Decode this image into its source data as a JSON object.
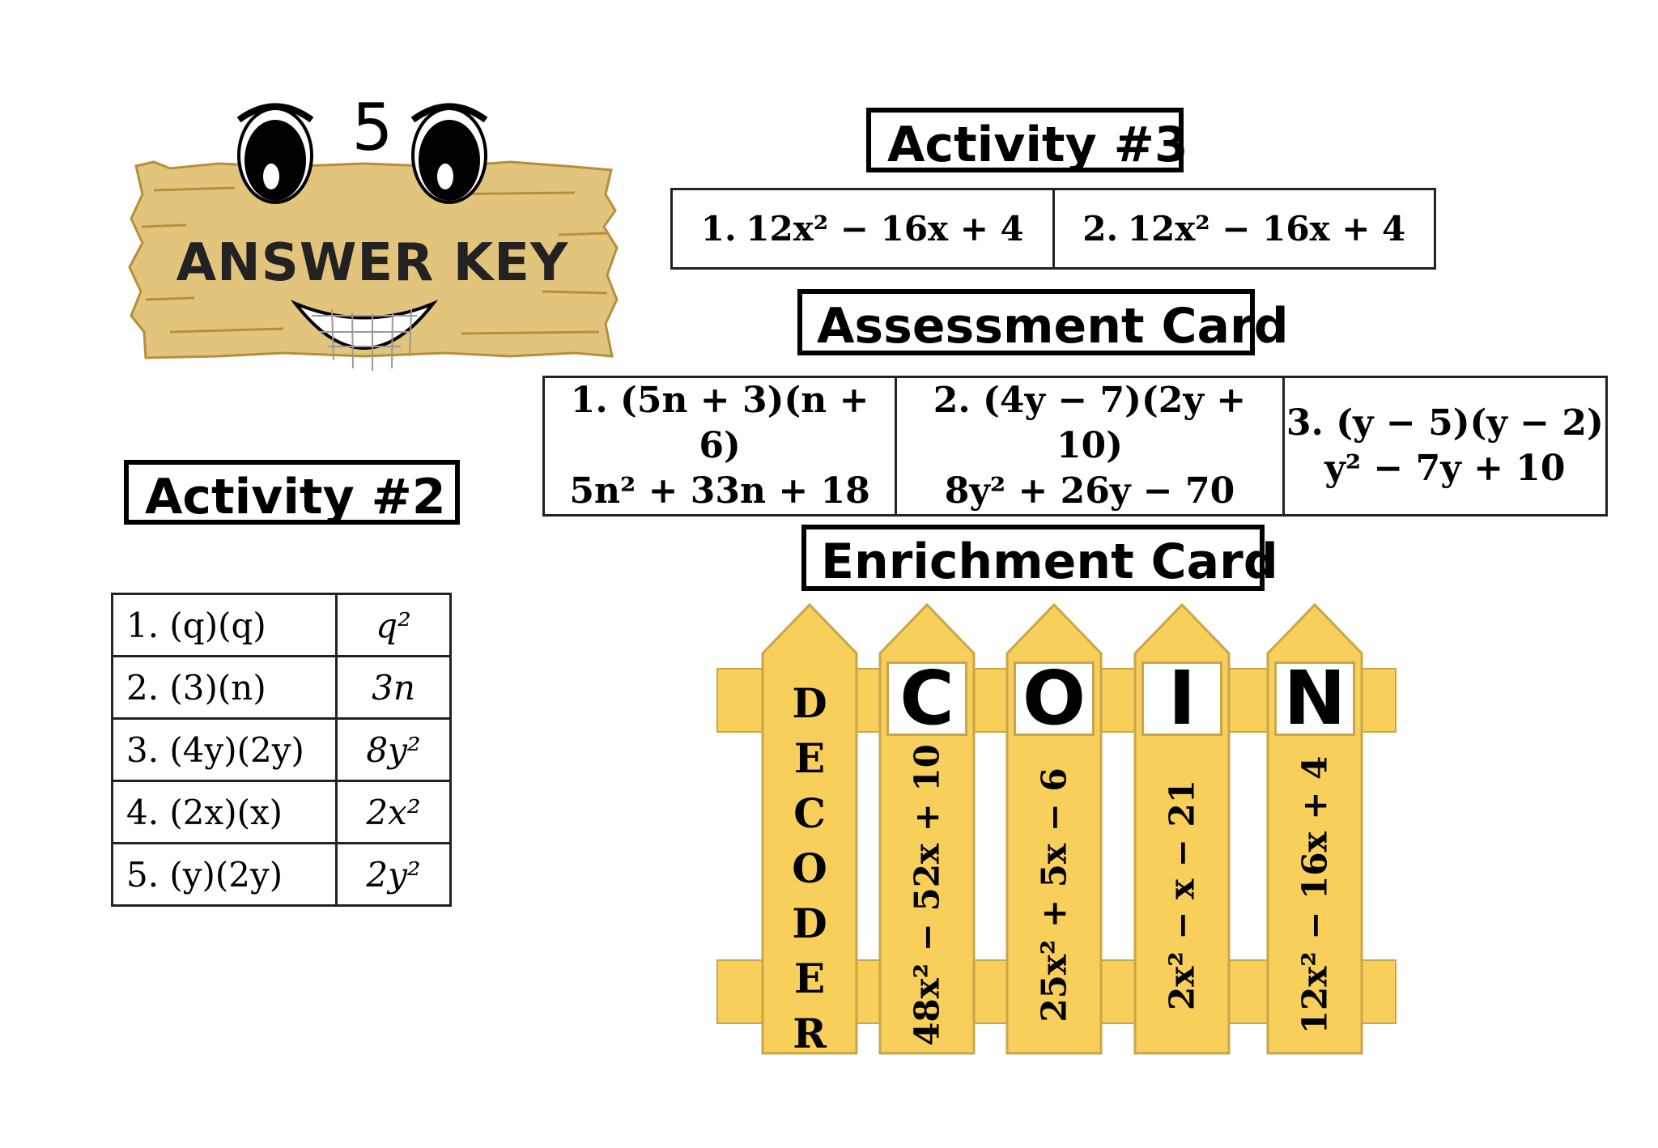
{
  "logo": {
    "number": "5",
    "sign_text": "ANSWER KEY"
  },
  "activity3": {
    "title": "Activity #3",
    "cells": [
      {
        "num": "1.",
        "expr": "12x² − 16x + 4"
      },
      {
        "num": "2.",
        "expr": "12x² − 16x + 4"
      }
    ]
  },
  "assessment": {
    "title": "Assessment Card",
    "cells": [
      {
        "num": "3.",
        "line1": "(y − 5)(y − 2)",
        "line2": "y² − 7y + 10"
      },
      {
        "num": "2.",
        "line1": "(4y − 7)(2y + 10)",
        "line2": "8y² + 26y − 70"
      },
      {
        "num": "1.",
        "line1": "(5n + 3)(n + 6)",
        "line2": "5n² + 33n + 18"
      }
    ]
  },
  "activity2": {
    "title": "Activity #2",
    "rows": [
      {
        "q": "1. (q)(q)",
        "a": "q²"
      },
      {
        "q": "2. (3)(n)",
        "a": "3n"
      },
      {
        "q": "3. (4y)(2y)",
        "a": "8y²"
      },
      {
        "q": "4. (2x)(x)",
        "a": "2x²"
      },
      {
        "q": "5. (y)(2y)",
        "a": "2y²"
      }
    ]
  },
  "enrichment": {
    "title": "Enrichment Card",
    "decoder_label": "DECODER",
    "pickets": [
      {
        "letter": "C",
        "expr": "48x² − 52x + 10"
      },
      {
        "letter": "O",
        "expr": "25x² + 5x − 6"
      },
      {
        "letter": "I",
        "expr": "2x² − x − 21"
      },
      {
        "letter": "N",
        "expr": "12x² − 16x + 4"
      }
    ]
  },
  "colors": {
    "fence_fill": "#f8cf5b",
    "fence_stroke": "#c9a64a",
    "sign_wood": "#e3c47c"
  }
}
